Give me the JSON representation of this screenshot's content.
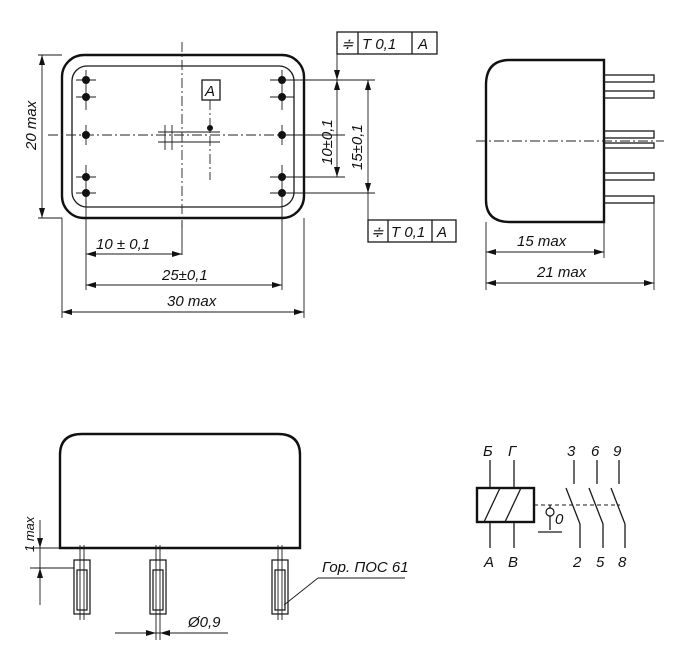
{
  "top_view": {
    "dim_height": "20 max",
    "dim_pitch_small": "10 ± 0,1",
    "dim_pitch_large": "25±0,1",
    "dim_width": "30 max",
    "dim_vert_1": "10±0,1",
    "dim_vert_2": "15±0,1",
    "datum_label": "A",
    "tol_top": {
      "symbol": "≑",
      "tol": "T 0,1",
      "datum": "A"
    },
    "tol_bottom": {
      "symbol": "≑",
      "tol": "T 0,1",
      "datum": "A"
    }
  },
  "side_view": {
    "dim_body": "15 max",
    "dim_total": "21 max"
  },
  "front_view": {
    "dim_gap": "1 max",
    "solder_note": "Гор. ПОС 61",
    "pin_diameter": "Ø0,9"
  },
  "schematic": {
    "top_left_labels": [
      "Б",
      "Г"
    ],
    "bottom_left_labels": [
      "А",
      "В"
    ],
    "top_right_labels": [
      "3",
      "6",
      "9"
    ],
    "bottom_right_labels": [
      "2",
      "5",
      "8"
    ],
    "zero_mark": "0"
  }
}
